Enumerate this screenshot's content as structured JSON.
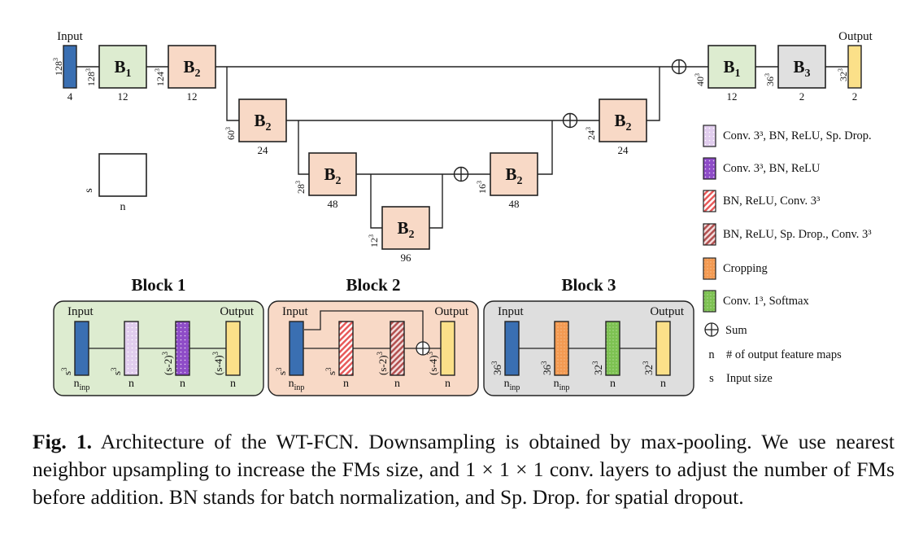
{
  "colors": {
    "b1_fill": "#ddecd0",
    "b2_fill": "#f8d9c6",
    "b3_fill": "#e0e0e0",
    "input_blue": "#3a6fb2",
    "output_yellow": "#fbe089",
    "conv_light_purple": "#e1cdee",
    "conv_purple": "#8e4cc7",
    "hatch_red": "#e85a5a",
    "hatch_brown": "#b35050",
    "cropping_orange": "#f39a52",
    "softmax_green": "#7dc152",
    "panel1_bg": "#ddecd0",
    "panel2_bg": "#f8d9c6",
    "panel3_bg": "#dedede"
  },
  "main": {
    "input_label": "Input",
    "output_label": "Output",
    "input_size": "128",
    "input_size_exp": "3",
    "input_n": "4",
    "blocks": [
      {
        "key": "b1a",
        "letter": "B",
        "sub": "1",
        "size": "128",
        "exp": "3",
        "n": "12"
      },
      {
        "key": "b2a",
        "letter": "B",
        "sub": "2",
        "size": "124",
        "exp": "3",
        "n": "12"
      },
      {
        "key": "b2b",
        "letter": "B",
        "sub": "2",
        "size": "60",
        "exp": "3",
        "n": "24"
      },
      {
        "key": "b2c",
        "letter": "B",
        "sub": "2",
        "size": "28",
        "exp": "3",
        "n": "48"
      },
      {
        "key": "b2d",
        "letter": "B",
        "sub": "2",
        "size": "12",
        "exp": "3",
        "n": "96"
      },
      {
        "key": "b2e",
        "letter": "B",
        "sub": "2",
        "size": "16",
        "exp": "3",
        "n": "48"
      },
      {
        "key": "b2f",
        "letter": "B",
        "sub": "2",
        "size": "24",
        "exp": "3",
        "n": "24"
      },
      {
        "key": "b1b",
        "letter": "B",
        "sub": "1",
        "size": "40",
        "exp": "3",
        "n": "12"
      },
      {
        "key": "b3",
        "letter": "B",
        "sub": "3",
        "size": "36",
        "exp": "3",
        "n": "2"
      }
    ],
    "output_size": "32",
    "output_size_exp": "3",
    "output_n": "2",
    "key_s": "s",
    "key_n": "n"
  },
  "panels": [
    {
      "title": "Block 1",
      "input": "Input",
      "output": "Output",
      "labels": [
        {
          "s": "s",
          "exp": "3",
          "n": "n",
          "nsub": "inp"
        },
        {
          "s": "s",
          "exp": "3",
          "n": "n",
          "nsub": ""
        },
        {
          "s": "(s-2)",
          "exp": "3",
          "n": "n",
          "nsub": ""
        },
        {
          "s": "(s-4)",
          "exp": "3",
          "n": "n",
          "nsub": ""
        }
      ]
    },
    {
      "title": "Block 2",
      "input": "Input",
      "output": "Output",
      "labels": [
        {
          "s": "s",
          "exp": "3",
          "n": "n",
          "nsub": "inp"
        },
        {
          "s": "s",
          "exp": "3",
          "n": "n",
          "nsub": ""
        },
        {
          "s": "(s-2)",
          "exp": "3",
          "n": "n",
          "nsub": ""
        },
        {
          "s": "(s-4)",
          "exp": "3",
          "n": "n",
          "nsub": ""
        }
      ]
    },
    {
      "title": "Block 3",
      "input": "Input",
      "output": "Output",
      "labels": [
        {
          "s": "36",
          "exp": "3",
          "n": "n",
          "nsub": "inp"
        },
        {
          "s": "36",
          "exp": "3",
          "n": "n",
          "nsub": "inp"
        },
        {
          "s": "32",
          "exp": "3",
          "n": "n",
          "nsub": ""
        },
        {
          "s": "32",
          "exp": "3",
          "n": "n",
          "nsub": ""
        }
      ]
    }
  ],
  "legend": [
    {
      "name": "legend-conv-spdrop",
      "kind": "dots-light",
      "text": "Conv. 3³, BN, ReLU, Sp. Drop."
    },
    {
      "name": "legend-conv-bn-relu",
      "kind": "dots-purple",
      "text": "Conv. 3³, BN, ReLU"
    },
    {
      "name": "legend-bn-relu-conv",
      "kind": "hatch-red",
      "text": "BN, ReLU, Conv. 3³"
    },
    {
      "name": "legend-bn-relu-spdrop-conv",
      "kind": "hatch-brown",
      "text": "BN, ReLU, Sp. Drop., Conv. 3³"
    },
    {
      "name": "legend-cropping",
      "kind": "cropping",
      "text": "Cropping"
    },
    {
      "name": "legend-softmax",
      "kind": "softmax",
      "text": "Conv. 1³, Softmax"
    },
    {
      "name": "legend-sum",
      "kind": "sum",
      "text": "Sum"
    },
    {
      "name": "legend-n",
      "kind": "letter",
      "letter": "n",
      "text": "# of output feature maps"
    },
    {
      "name": "legend-s",
      "kind": "letter",
      "letter": "s",
      "text": "Input size"
    }
  ],
  "caption": {
    "label": "Fig. 1.",
    "text": "Architecture of the WT-FCN. Downsampling is obtained by max-pooling. We use nearest neighbor upsampling to increase the FMs size, and 1 × 1 × 1 conv. layers to adjust the number of FMs before addition. BN stands for batch normalization, and Sp. Drop. for spatial dropout."
  }
}
